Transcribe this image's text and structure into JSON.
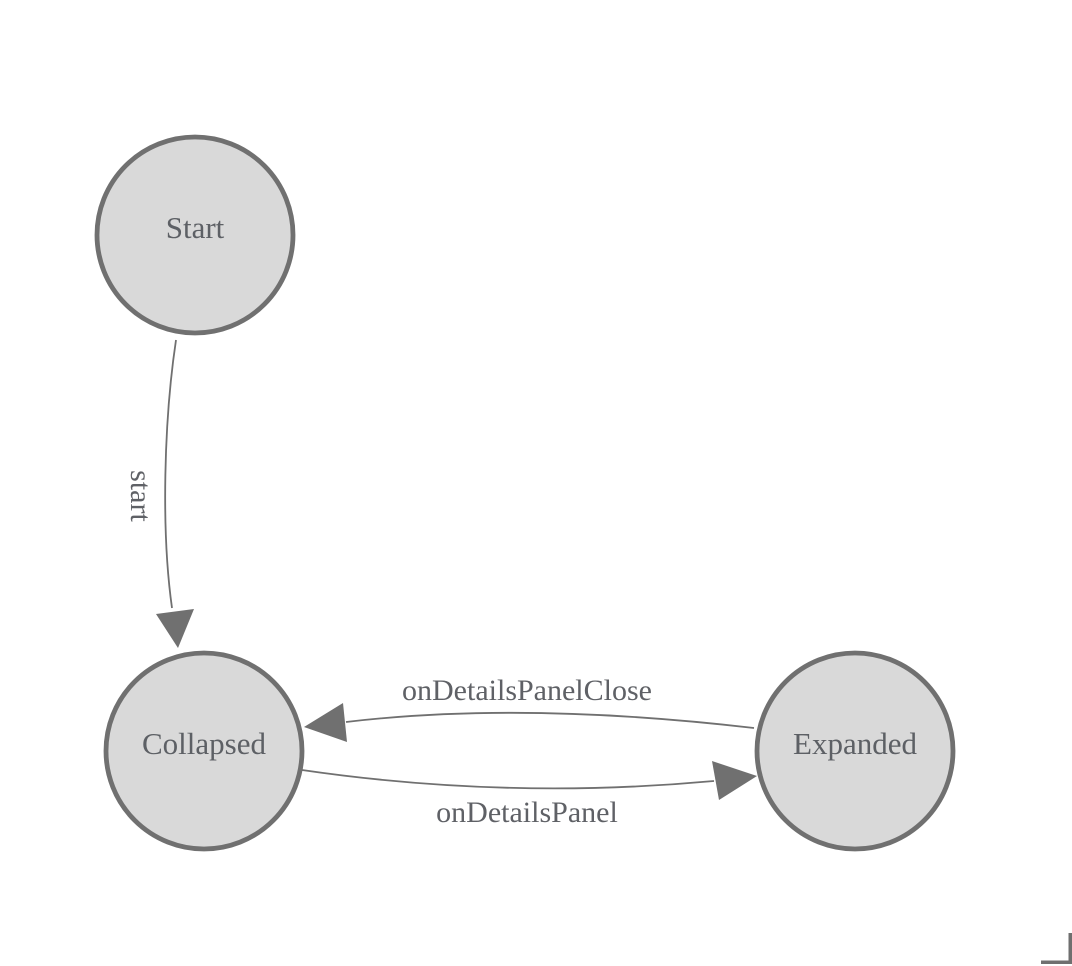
{
  "diagram": {
    "type": "state-machine",
    "background": "#ffffff",
    "colors": {
      "node_fill": "#d9d9d9",
      "node_stroke": "#707070",
      "edge_stroke": "#707070",
      "arrowhead_fill": "#707070",
      "label_text": "#5d6065"
    },
    "nodes": [
      {
        "id": "start",
        "label": "Start"
      },
      {
        "id": "collapsed",
        "label": "Collapsed"
      },
      {
        "id": "expanded",
        "label": "Expanded"
      }
    ],
    "edges": [
      {
        "label": "start",
        "from": "Start",
        "to": "Collapsed",
        "label_orientation": "vertical"
      },
      {
        "label": "onDetailsPanelClose",
        "from": "Expanded",
        "to": "Collapsed",
        "label_orientation": "horizontal"
      },
      {
        "label": "onDetailsPanel",
        "from": "Collapsed",
        "to": "Expanded",
        "label_orientation": "horizontal"
      }
    ]
  }
}
